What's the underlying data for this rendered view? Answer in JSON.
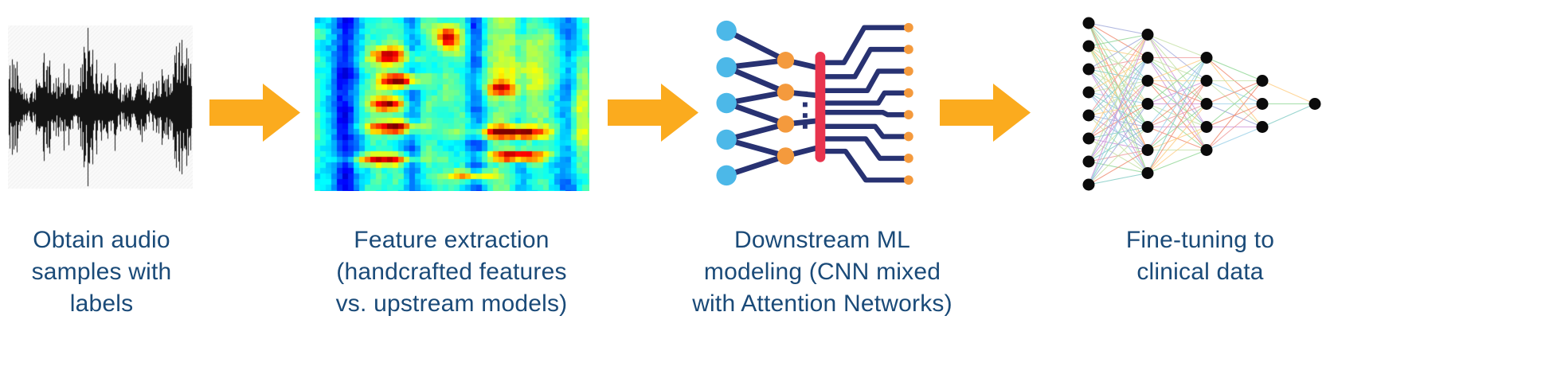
{
  "diagram": {
    "steps": [
      {
        "id": "audio-samples",
        "caption": "Obtain audio\nsamples with labels"
      },
      {
        "id": "feature-extraction",
        "caption": "Feature extraction\n(handcrafted features\nvs. upstream models)"
      },
      {
        "id": "downstream-ml",
        "caption": "Downstream ML\nmodeling (CNN mixed\nwith Attention Networks)"
      },
      {
        "id": "fine-tuning",
        "caption": "Fine-tuning to\nclinical data"
      }
    ],
    "icons": [
      "audio-waveform-icon",
      "spectrogram-icon",
      "attention-network-icon",
      "fully-connected-network-icon"
    ],
    "colors": {
      "caption_text": "#1a4a78",
      "arrow": "#fbab1e",
      "node_blue": "#4cb8e8",
      "node_orange": "#f49a3d",
      "wire_navy": "#283272",
      "attention_bar_red": "#e8344e",
      "fc_node_black": "#0b0b0b",
      "fc_palette": [
        "#8fd694",
        "#ef9a9a",
        "#9fa8da",
        "#ffcc80",
        "#80cbc4",
        "#ce93d8",
        "#c5e1a5",
        "#ef8a70",
        "#9ad0e8"
      ]
    }
  }
}
